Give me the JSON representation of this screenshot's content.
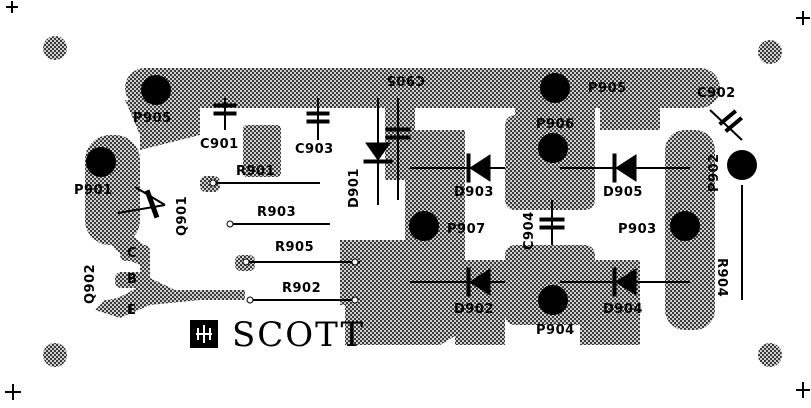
{
  "brand": {
    "name": "SCOTT"
  },
  "labels": {
    "p905_left": "P905",
    "p905_top": "P905",
    "p901": "P901",
    "p902": "P902",
    "p903": "P903",
    "p904": "P904",
    "p906": "P906",
    "p907": "P907",
    "c901": "C901",
    "c902": "C902",
    "c903": "C903",
    "c904": "C904",
    "c905": "C905",
    "r901": "R901",
    "r902": "R902",
    "r903": "R903",
    "r904": "R904",
    "r905": "R905",
    "d901": "D901",
    "d902": "D902",
    "d903": "D903",
    "d904": "D904",
    "d905": "D905",
    "q901": "Q901",
    "q902": "Q902",
    "pin_c": "C",
    "pin_b": "B",
    "pin_e": "E"
  }
}
